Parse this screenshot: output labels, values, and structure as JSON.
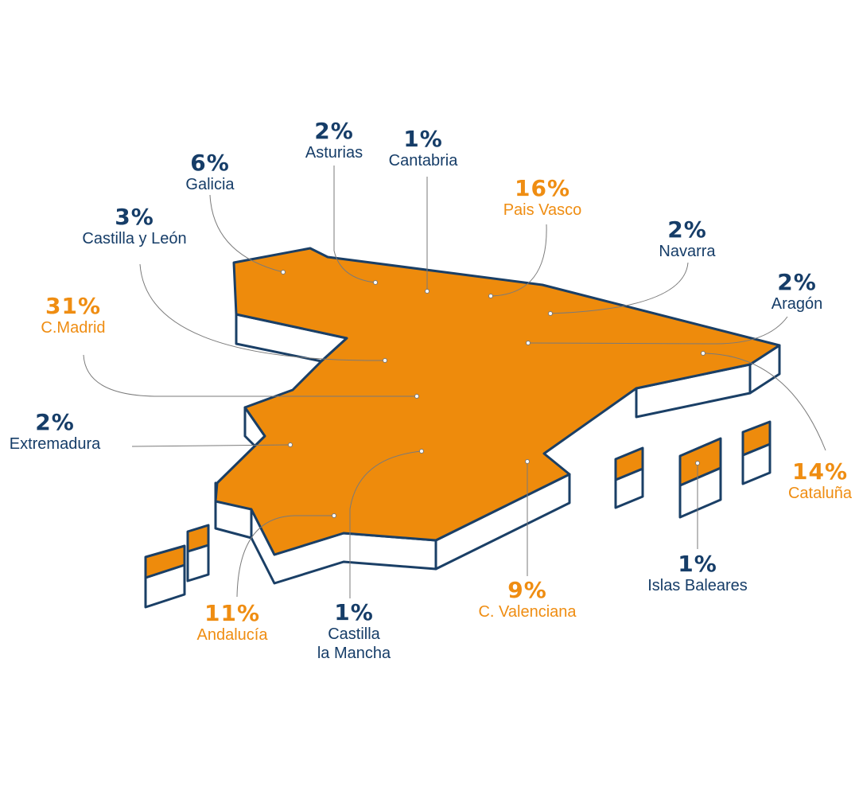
{
  "colors": {
    "primary": "#163d68",
    "highlight": "#ef8d12",
    "map_fill": "#ee8b0c",
    "map_side": "#ffffff",
    "map_outline": "#1a3f66",
    "leader_line": "#7a7a7a"
  },
  "regions": [
    {
      "id": "galicia",
      "pct": "6%",
      "name": "Galicia",
      "highlight": false
    },
    {
      "id": "asturias",
      "pct": "2%",
      "name": "Asturias",
      "highlight": false
    },
    {
      "id": "cantabria",
      "pct": "1%",
      "name": "Cantabria",
      "highlight": false
    },
    {
      "id": "pais-vasco",
      "pct": "16%",
      "name": "Pais Vasco",
      "highlight": true
    },
    {
      "id": "navarra",
      "pct": "2%",
      "name": "Navarra",
      "highlight": false
    },
    {
      "id": "aragon",
      "pct": "2%",
      "name": "Aragón",
      "highlight": false
    },
    {
      "id": "castilla-y-leon",
      "pct": "3%",
      "name": "Castilla y León",
      "highlight": false
    },
    {
      "id": "madrid",
      "pct": "31%",
      "name": "C.Madrid",
      "highlight": true
    },
    {
      "id": "extremadura",
      "pct": "2%",
      "name": "Extremadura",
      "highlight": false
    },
    {
      "id": "cataluna",
      "pct": "14%",
      "name": "Cataluña",
      "highlight": true
    },
    {
      "id": "baleares",
      "pct": "1%",
      "name": "Islas Baleares",
      "highlight": false
    },
    {
      "id": "valenciana",
      "pct": "9%",
      "name": "C. Valenciana",
      "highlight": true
    },
    {
      "id": "castilla-la-mancha",
      "pct": "1%",
      "name_line1": "Castilla",
      "name_line2": "la Mancha",
      "highlight": false
    },
    {
      "id": "andalucia",
      "pct": "11%",
      "name": "Andalucía",
      "highlight": true
    }
  ]
}
